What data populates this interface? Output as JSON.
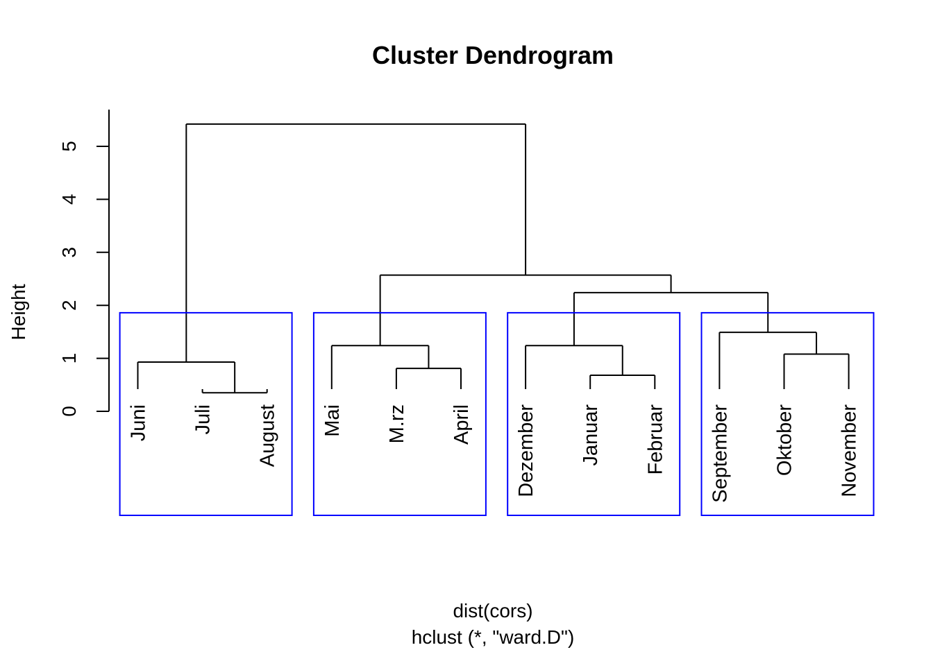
{
  "chart_data": {
    "type": "dendrogram",
    "title": "Cluster Dendrogram",
    "ylabel": "Height",
    "xlabel": "dist(cors)",
    "sublabel": "hclust (*, \"ward.D\")",
    "ylim": [
      0,
      5.5
    ],
    "yticks": [
      0,
      1,
      2,
      3,
      4,
      5
    ],
    "leaves": [
      "Juni",
      "Juli",
      "August",
      "Mai",
      "M.rz",
      "April",
      "Dezember",
      "Januar",
      "Februar",
      "September",
      "Oktober",
      "November"
    ],
    "merges": [
      {
        "left": "Juli",
        "right": "August",
        "height": 0.35
      },
      {
        "left": "Juni",
        "right": "Juli+August",
        "height": 0.93
      },
      {
        "left": "M.rz",
        "right": "April",
        "height": 0.81
      },
      {
        "left": "Mai",
        "right": "M.rz+April",
        "height": 1.24
      },
      {
        "left": "Januar",
        "right": "Februar",
        "height": 0.68
      },
      {
        "left": "Dezember",
        "right": "Januar+Februar",
        "height": 1.24
      },
      {
        "left": "Oktober",
        "right": "November",
        "height": 1.08
      },
      {
        "left": "September",
        "right": "Oktober+November",
        "height": 1.49
      },
      {
        "left": "Dezember+Januar+Februar",
        "right": "September+Oktober+November",
        "height": 2.24
      },
      {
        "left": "Mai+M.rz+April",
        "right": "Dezember..November",
        "height": 2.57
      },
      {
        "left": "Juni+Juli+August",
        "right": "Mai..November",
        "height": 5.42
      }
    ],
    "cluster_boxes": {
      "count": 4,
      "color": "#0000ff",
      "groups": [
        [
          "Juni",
          "Juli",
          "August"
        ],
        [
          "Mai",
          "M.rz",
          "April"
        ],
        [
          "Dezember",
          "Januar",
          "Februar"
        ],
        [
          "September",
          "Oktober",
          "November"
        ]
      ]
    },
    "line_color": "#000000"
  }
}
